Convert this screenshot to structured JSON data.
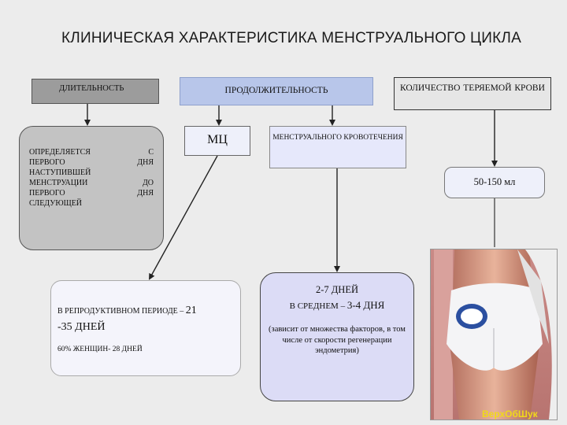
{
  "title": "КЛИНИЧЕСКАЯ ХАРАКТЕРИСТИКА МЕНСТРУАЛЬНОГО ЦИКЛА",
  "boxes": {
    "duration": "ДЛИТЕЛЬНОСТЬ",
    "length": "ПРОДОЛЖИТЕЛЬНОСТЬ",
    "blood_loss": "КОЛИЧЕСТВО  ТЕРЯЕМОЙ КРОВИ",
    "mc": "МЦ",
    "menstrual_bleeding": "МЕНСТРУАЛЬНОГО КРОВОТЕЧЕНИЯ",
    "determined": {
      "rows": [
        [
          "ОПРЕДЕЛЯЕТСЯ",
          "С"
        ],
        [
          "ПЕРВОГО",
          "ДНЯ"
        ],
        [
          "НАСТУПИВШЕЙ",
          ""
        ],
        [
          "МЕНСТРУАЦИИ",
          "ДО"
        ],
        [
          "ПЕРВОГО",
          "ДНЯ"
        ],
        [
          "СЛЕДУЮЩЕЙ",
          ""
        ]
      ]
    },
    "volume": "50-150 мл",
    "reproductive": {
      "line1": "В РЕПРОДУКТИВНОМ ПЕРИОДЕ – ",
      "num1": "21",
      "line2": "-35 ДНЕЙ",
      "line3": "60% ЖЕНЩИН- 28 ДНЕЙ"
    },
    "days": {
      "line1": "2-7 ДНЕЙ",
      "line2": "В СРЕДНЕМ – ",
      "num2": "3-4 ДНЯ",
      "note": "(зависит от множества факторов, в том числе от скорости регенерации эндометрия)"
    }
  },
  "watermark": "ВерхОбШук",
  "colors": {
    "duration_bg": "#9c9c9c",
    "length_bg": "#b8c6ea",
    "days_bg": "#dcdcf6",
    "brand": "#f0d91a"
  }
}
